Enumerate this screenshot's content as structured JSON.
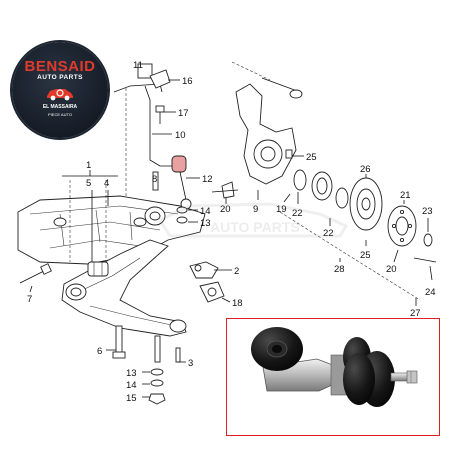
{
  "logo": {
    "title": "BENSAID",
    "subtitle": "AUTO PARTS",
    "name": "EL MASSAIRA",
    "description": "PIECE AUTO",
    "accent_color": "#e23a2a",
    "background_color": "#151c26"
  },
  "watermark": {
    "text": "AUTO PARTS"
  },
  "callouts": [
    {
      "id": "c1",
      "label": "1"
    },
    {
      "id": "c2",
      "label": "2"
    },
    {
      "id": "c3",
      "label": "3"
    },
    {
      "id": "c4",
      "label": "4"
    },
    {
      "id": "c5",
      "label": "5"
    },
    {
      "id": "c6",
      "label": "6"
    },
    {
      "id": "c7",
      "label": "7"
    },
    {
      "id": "c8",
      "label": "8"
    },
    {
      "id": "c9",
      "label": "9"
    },
    {
      "id": "c10",
      "label": "10"
    },
    {
      "id": "c11",
      "label": "11"
    },
    {
      "id": "c12",
      "label": "12"
    },
    {
      "id": "c13a",
      "label": "13"
    },
    {
      "id": "c13b",
      "label": "13"
    },
    {
      "id": "c14a",
      "label": "14"
    },
    {
      "id": "c14b",
      "label": "14"
    },
    {
      "id": "c15",
      "label": "15"
    },
    {
      "id": "c16",
      "label": "16"
    },
    {
      "id": "c17",
      "label": "17"
    },
    {
      "id": "c18",
      "label": "18"
    },
    {
      "id": "c19",
      "label": "19"
    },
    {
      "id": "c20a",
      "label": "20"
    },
    {
      "id": "c20b",
      "label": "20"
    },
    {
      "id": "c21",
      "label": "21"
    },
    {
      "id": "c22a",
      "label": "22"
    },
    {
      "id": "c22b",
      "label": "22"
    },
    {
      "id": "c23",
      "label": "23"
    },
    {
      "id": "c24",
      "label": "24"
    },
    {
      "id": "c25a",
      "label": "25"
    },
    {
      "id": "c25b",
      "label": "25"
    },
    {
      "id": "c26",
      "label": "26"
    },
    {
      "id": "c27",
      "label": "27"
    },
    {
      "id": "c28",
      "label": "28"
    }
  ],
  "inset": {
    "border_color": "#e02020",
    "part_color": "#151515",
    "metal_color": "#c9c9c9"
  }
}
